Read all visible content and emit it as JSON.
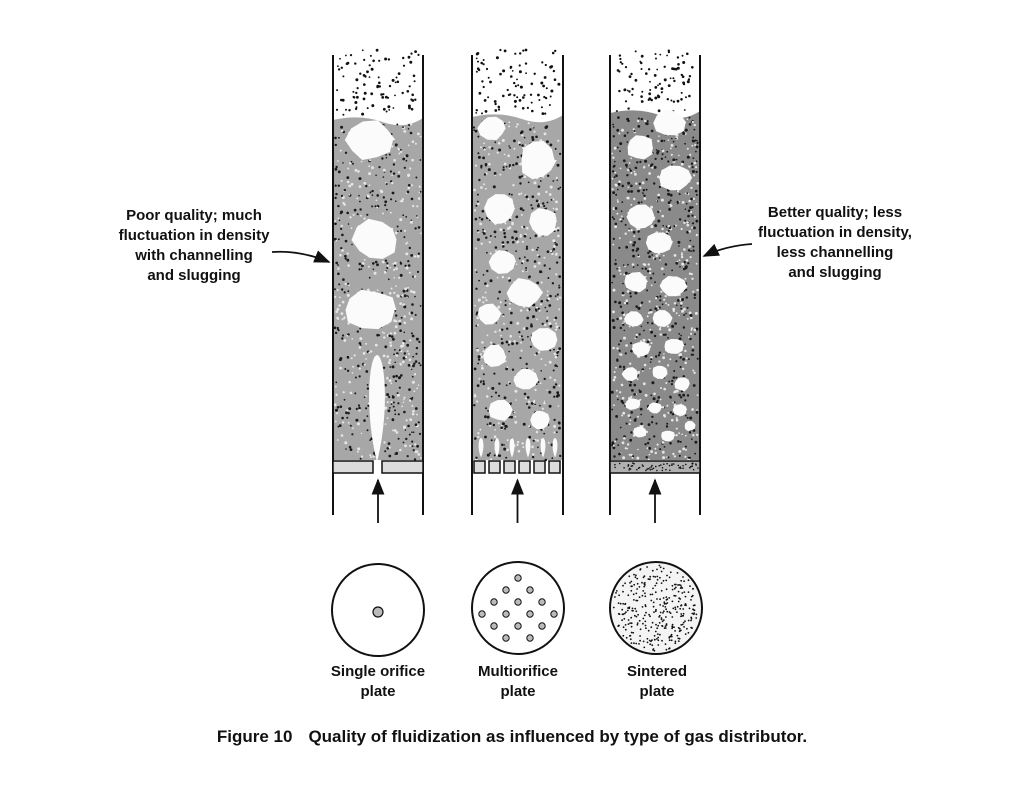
{
  "callouts": {
    "left": [
      "Poor quality; much",
      "fluctuation in density",
      "with channelling",
      "and slugging"
    ],
    "right": [
      "Better quality; less",
      "fluctuation in density,",
      "less channelling",
      "and slugging"
    ]
  },
  "plates": [
    {
      "id": "single",
      "lines": [
        "Single orifice",
        "plate"
      ]
    },
    {
      "id": "multi",
      "lines": [
        "Multiorifice",
        "plate"
      ]
    },
    {
      "id": "sintered",
      "lines": [
        "Sintered",
        "plate"
      ]
    }
  ],
  "caption": {
    "number": "Figure 10",
    "text": "Quality of fluidization as influenced by type of gas distributor."
  }
}
